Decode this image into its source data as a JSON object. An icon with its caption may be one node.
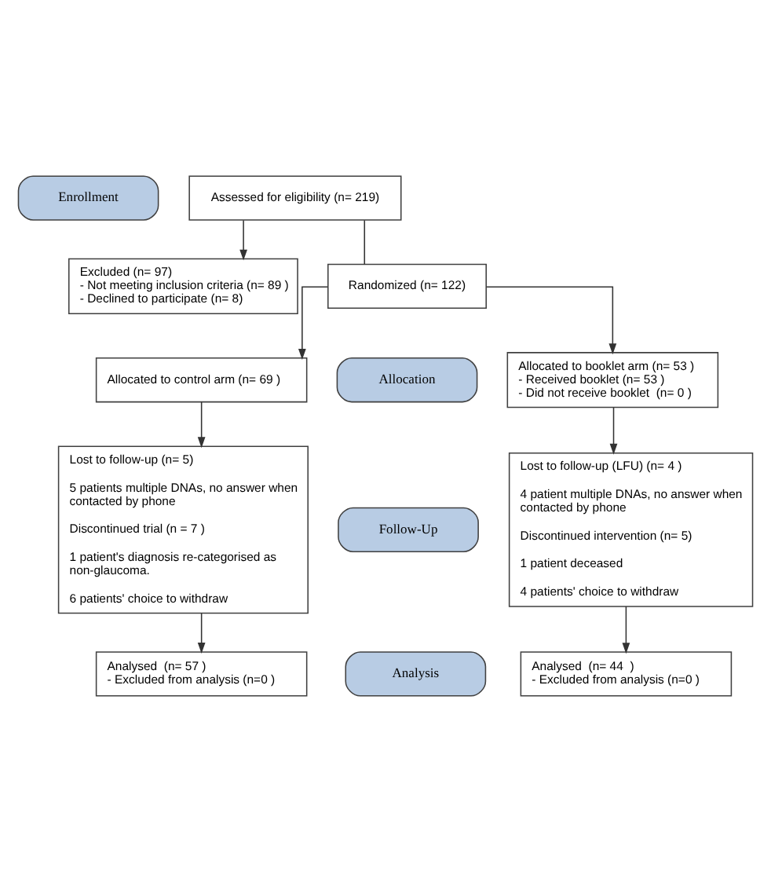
{
  "diagram": {
    "nodes": [
      {
        "text": [
          "Enrollment"
        ]
      },
      {
        "text": [
          "Assessed for eligibility (n= 219)"
        ]
      },
      {
        "text": [
          "Excluded (n= 97)",
          "- Not meeting inclusion criteria (n= 89 )",
          "- Declined to participate (n= 8)"
        ]
      },
      {
        "text": [
          "Randomized (n= 122)"
        ]
      },
      {
        "text": [
          "Allocation"
        ]
      },
      {
        "text": [
          "Allocated to control arm (n= 69 )"
        ]
      },
      {
        "text": [
          "Allocated to booklet arm (n= 53 )",
          "- Received booklet (n= 53 )",
          "- Did not receive booklet  (n= 0 )"
        ]
      },
      {
        "text": [
          "Follow-Up"
        ]
      },
      {
        "text": [
          "Lost to follow-up (n= 5)",
          "5 patients multiple DNAs, no answer when contacted by phone",
          "Discontinued trial (n = 7 )",
          "1 patient's diagnosis re-categorised as non-glaucoma.",
          "6 patients' choice to withdraw"
        ]
      },
      {
        "text": [
          "Lost to follow-up (LFU) (n= 4 )",
          "4 patient multiple DNAs, no answer when contacted by phone",
          "Discontinued intervention (n= 5)",
          "1 patient deceased",
          "4 patients' choice to withdraw"
        ]
      },
      {
        "text": [
          "Analysis"
        ]
      },
      {
        "text": [
          "Analysed  (n= 57 )",
          "- Excluded from analysis (n=0 )"
        ]
      },
      {
        "text": [
          "Analysed  (n= 44  )",
          "- Excluded from analysis (n=0 )"
        ]
      }
    ],
    "edges": [
      {
        "from": 1,
        "to": 3,
        "arrow": "none"
      },
      {
        "from": 1,
        "to": 2,
        "arrow": "to"
      },
      {
        "from": 3,
        "to": 5,
        "arrow": "to"
      },
      {
        "from": 3,
        "to": 6,
        "arrow": "to"
      },
      {
        "from": 5,
        "to": 8,
        "arrow": "to"
      },
      {
        "from": 6,
        "to": 9,
        "arrow": "to"
      },
      {
        "from": 8,
        "to": 11,
        "arrow": "to"
      },
      {
        "from": 9,
        "to": 12,
        "arrow": "to"
      }
    ]
  }
}
